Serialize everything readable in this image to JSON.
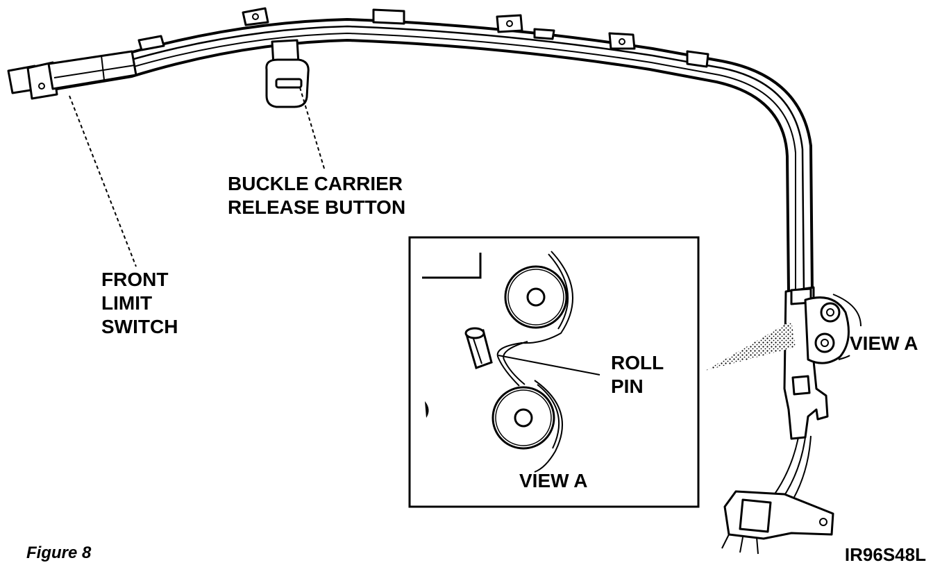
{
  "diagram": {
    "labels": {
      "buckle_line1": "BUCKLE CARRIER",
      "buckle_line2": "RELEASE BUTTON",
      "front_line1": "FRONT",
      "front_line2": "LIMIT",
      "front_line3": "SWITCH",
      "view_a_callout": "VIEW A",
      "roll_line1": "ROLL",
      "roll_line2": "PIN",
      "view_a_inset": "VIEW A"
    },
    "caption": "Figure 8",
    "code": "IR96S48L",
    "colors": {
      "ink": "#000000",
      "paper": "#ffffff"
    }
  }
}
